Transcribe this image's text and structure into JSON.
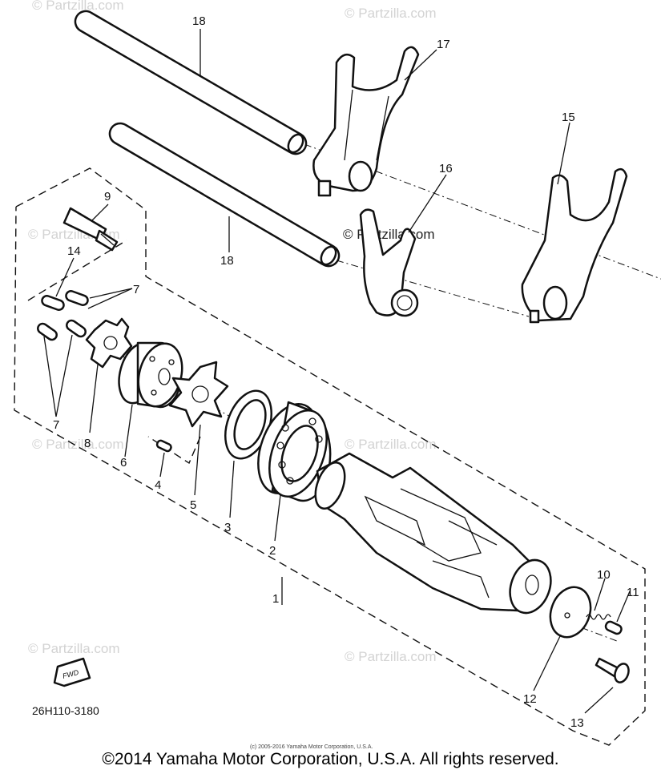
{
  "diagram": {
    "callouts": [
      "1",
      "2",
      "3",
      "4",
      "5",
      "6",
      "7",
      "7",
      "7",
      "8",
      "9",
      "10",
      "11",
      "12",
      "13",
      "14",
      "15",
      "16",
      "17",
      "18",
      "18"
    ],
    "diagram_code": "26H110-3180",
    "fwd_label": "FWD",
    "small_copyright": "(c) 2005-2016 Yamaha Motor Corporation, U.S.A.",
    "footer_copyright": "©2014 Yamaha Motor Corporation, U.S.A. All rights reserved.",
    "watermark": "© Partzilla.com"
  }
}
